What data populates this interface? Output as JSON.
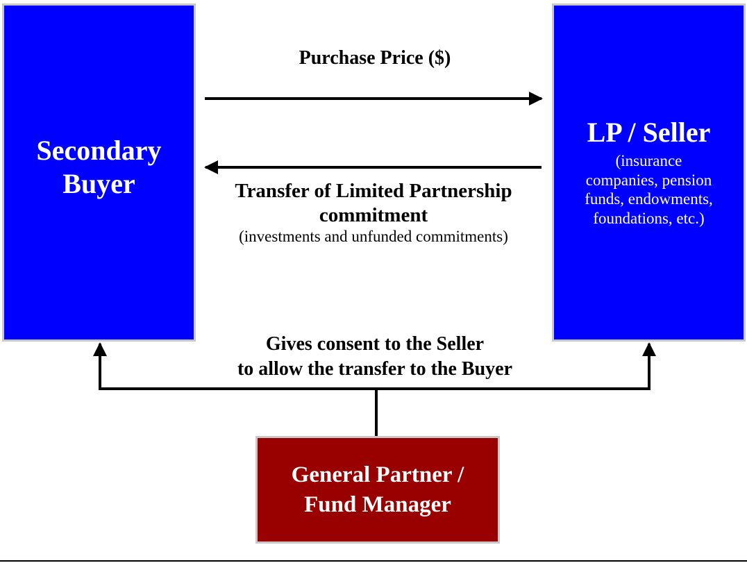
{
  "buyer": {
    "title_line1": "Secondary",
    "title_line2": "Buyer",
    "color": "#0000ff"
  },
  "seller": {
    "title": "LP / Seller",
    "sub_lines": [
      "(insurance",
      "companies, pension",
      "funds, endowments,",
      "foundations, etc.)"
    ],
    "color": "#0000ff"
  },
  "gp": {
    "title_line1": "General Partner /",
    "title_line2": "Fund Manager",
    "color": "#990000"
  },
  "flows": {
    "price": "Purchase Price ($)",
    "transfer_line1": "Transfer of Limited Partnership",
    "transfer_line2": "commitment",
    "transfer_note": "(investments and unfunded commitments)",
    "consent_line1": "Gives consent to the Seller",
    "consent_line2": "to allow the transfer to the Buyer"
  }
}
